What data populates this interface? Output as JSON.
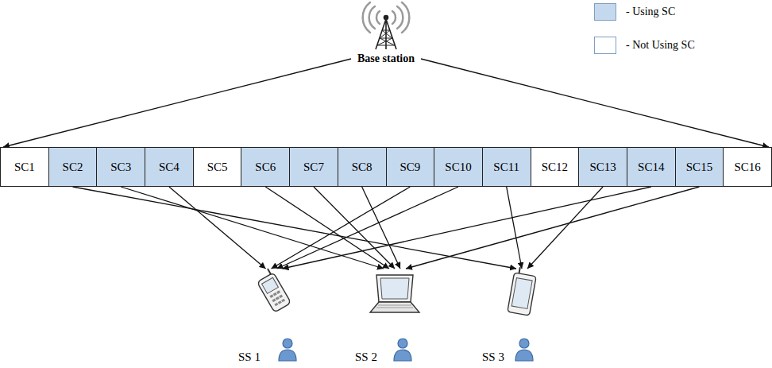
{
  "diagram": {
    "nodes": [
      {
        "text": [
          "Base station"
        ]
      },
      {
        "text": [
          "SC1"
        ]
      },
      {
        "text": [
          "SC2"
        ]
      },
      {
        "text": [
          "SC3"
        ]
      },
      {
        "text": [
          "SC4"
        ]
      },
      {
        "text": [
          "SC5"
        ]
      },
      {
        "text": [
          "SC6"
        ]
      },
      {
        "text": [
          "SC7"
        ]
      },
      {
        "text": [
          "SC8"
        ]
      },
      {
        "text": [
          "SC9"
        ]
      },
      {
        "text": [
          "SC10"
        ]
      },
      {
        "text": [
          "SC11"
        ]
      },
      {
        "text": [
          "SC12"
        ]
      },
      {
        "text": [
          "SC13"
        ]
      },
      {
        "text": [
          "SC14"
        ]
      },
      {
        "text": [
          "SC15"
        ]
      },
      {
        "text": [
          "SC16"
        ]
      },
      {
        "text": [
          "SS 1"
        ]
      },
      {
        "text": [
          "SS 2"
        ]
      },
      {
        "text": [
          "SS 3"
        ]
      }
    ],
    "edges": [
      {
        "from": 0,
        "to": 1,
        "arrow": "to"
      },
      {
        "from": 0,
        "to": 16,
        "arrow": "to"
      },
      {
        "from": 2,
        "to": 19,
        "arrow": "to"
      },
      {
        "from": 3,
        "to": 18,
        "arrow": "to"
      },
      {
        "from": 4,
        "to": 17,
        "arrow": "to"
      },
      {
        "from": 6,
        "to": 18,
        "arrow": "to"
      },
      {
        "from": 7,
        "to": 18,
        "arrow": "to"
      },
      {
        "from": 8,
        "to": 18,
        "arrow": "to"
      },
      {
        "from": 9,
        "to": 17,
        "arrow": "to"
      },
      {
        "from": 10,
        "to": 17,
        "arrow": "to"
      },
      {
        "from": 11,
        "to": 19,
        "arrow": "to"
      },
      {
        "from": 13,
        "to": 19,
        "arrow": "to"
      },
      {
        "from": 14,
        "to": 17,
        "arrow": "to"
      },
      {
        "from": 15,
        "to": 18,
        "arrow": "to"
      }
    ],
    "legend": [
      {
        "text": "- Using SC",
        "color": "#c5d9ee"
      },
      {
        "text": "- Not Using SC",
        "color": "#ffffff"
      }
    ]
  }
}
